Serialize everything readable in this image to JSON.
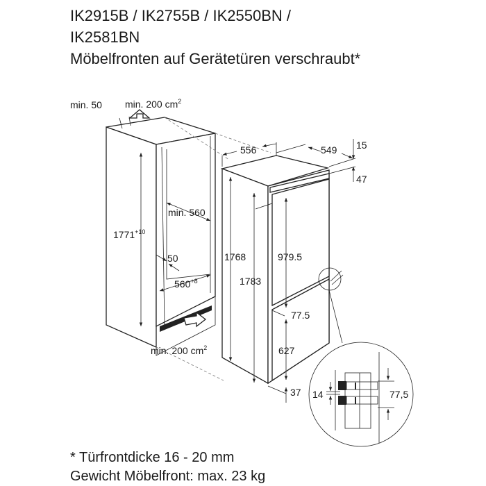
{
  "header": {
    "line1": "IK2915B / IK2755B / IK2550BN /",
    "line2": "IK2581BN",
    "line3": "Möbelfronten auf Gerätetüren verschraubt*"
  },
  "niche": {
    "min_50": "min. 50",
    "vent_top": "min. 200 cm",
    "vent_top_sup": "2",
    "height": "1771",
    "height_tol": "+10",
    "depth_min": "min. 560",
    "gap": "50",
    "width": "560",
    "width_tol": "+8",
    "vent_bottom": "min. 200 cm",
    "vent_bottom_sup": "2"
  },
  "appliance": {
    "width": "556",
    "depth": "549",
    "top_gap": "15",
    "top_offset": "47",
    "height_body": "1768",
    "height_total": "1783",
    "upper_door": "979.5",
    "door_gap": "77.5",
    "lower_door": "627",
    "bottom_offset": "37"
  },
  "detail": {
    "gap": "14",
    "spacing": "77,5"
  },
  "footer": {
    "note": "* Türfrontdicke 16 - 20 mm",
    "weight": "Gewicht Möbelfront: max. 23 kg"
  }
}
